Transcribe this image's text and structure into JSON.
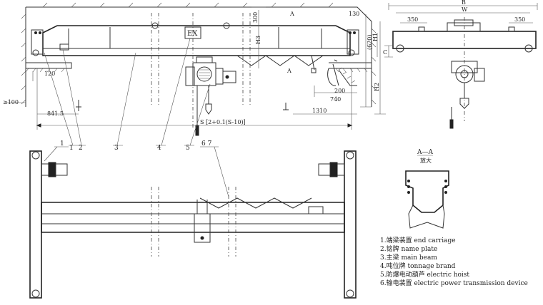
{
  "dimensions": {
    "d_300": "300",
    "d_h3": "H3",
    "d_h1": "H1",
    "d_620": "(620)",
    "d_h2": "H2",
    "d_120": "120",
    "d_200": "200",
    "d_740": "740",
    "d_1310": "1310",
    "d_100": "≥100",
    "d_8415": "841.5",
    "d_span": "S  [2+0.1(S-10)]",
    "d_130": "130",
    "d_b": "B",
    "d_w": "W",
    "d_350_left": "350",
    "d_350_right": "350",
    "d_c": "C",
    "section_mark_top": "A",
    "section_mark_bottom": "A"
  },
  "nameplate": "EX",
  "callouts": {
    "top": [
      "1",
      "2",
      "3",
      "4",
      "5"
    ],
    "bottom": [
      "1",
      "6 7"
    ]
  },
  "section": {
    "title": "A—A",
    "subtitle": "放大"
  },
  "legend": [
    "1.端梁装置 end carriage",
    "2.铭牌 name  plate",
    "3.主梁 main beam",
    "4.吨位牌 tonnage brand",
    "5.防爆电动葫芦 electric hoist",
    "6.输电装置 electric power transmission device"
  ]
}
